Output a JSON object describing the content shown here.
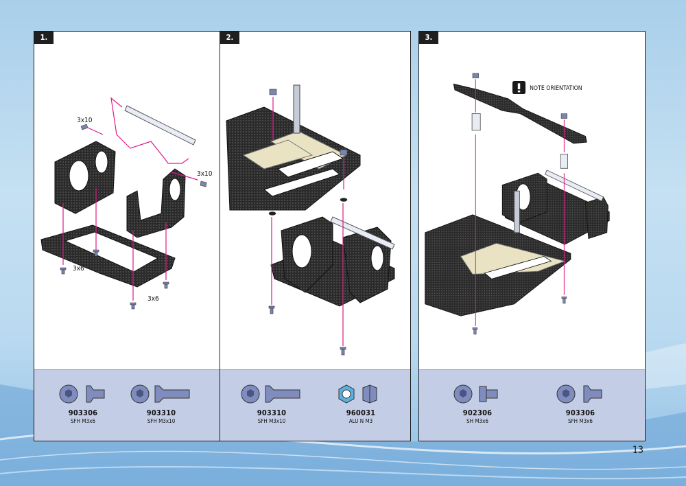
{
  "page_number": "13",
  "steps": [
    {
      "number": "1.",
      "labels": [
        "3x10",
        "3x10",
        "3x6",
        "3x6"
      ],
      "parts": [
        {
          "code": "903306",
          "desc": "SFH M3x6",
          "icon": "flat-head-screw-icon"
        },
        {
          "code": "903310",
          "desc": "SFH M3x10",
          "icon": "flat-head-screw-long-icon"
        }
      ]
    },
    {
      "number": "2.",
      "parts": [
        {
          "code": "903310",
          "desc": "SFH M3x10",
          "icon": "flat-head-screw-long-icon"
        },
        {
          "code": "960031",
          "desc": "ALU N M3",
          "icon": "hex-nut-icon"
        }
      ]
    },
    {
      "number": "3.",
      "note": "NOTE ORIENTATION",
      "parts": [
        {
          "code": "902306",
          "desc": "SH M3x6",
          "icon": "socket-head-screw-icon"
        },
        {
          "code": "903306",
          "desc": "SFH M3x6",
          "icon": "flat-head-screw-icon"
        }
      ]
    }
  ],
  "colors": {
    "arrow": "#e0198a",
    "carbon": "#2a2a2a",
    "alu": "#e9e3c3",
    "parts_bg": "#c4cde6"
  }
}
